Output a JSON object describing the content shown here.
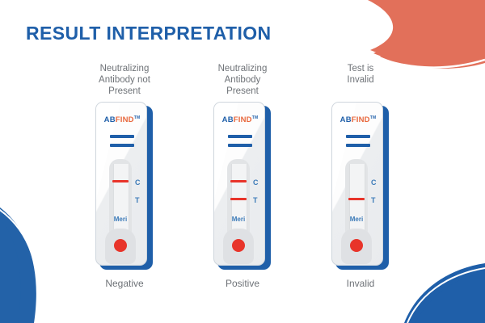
{
  "header": {
    "title": "RESULT INTERPRETATION",
    "title_color": "#1f5fa9"
  },
  "brand": {
    "logo_part1": "AB",
    "logo_part2": "FIND",
    "trademark": "TM",
    "logo_part1_color": "#1f5fa9",
    "logo_part2_color": "#e8673c",
    "well_label": "Meri"
  },
  "device_markers": {
    "control_label": "C",
    "test_label": "T",
    "line_color": "#e8342a",
    "marker_color": "#3b7ab8"
  },
  "decor": {
    "top_right_color": "#e2705a",
    "bottom_left_color": "#2362a8",
    "bottom_right_color": "#1f5fa9"
  },
  "panels": [
    {
      "caption": "Neutralizing\nAntibody not\nPresent",
      "result": "Negative",
      "control_line": true,
      "test_line": false
    },
    {
      "caption": "Neutralizing\nAntibody\nPresent",
      "result": "Positive",
      "control_line": true,
      "test_line": true
    },
    {
      "caption": "Test is\nInvalid",
      "result": "Invalid",
      "control_line": false,
      "test_line": true
    }
  ]
}
